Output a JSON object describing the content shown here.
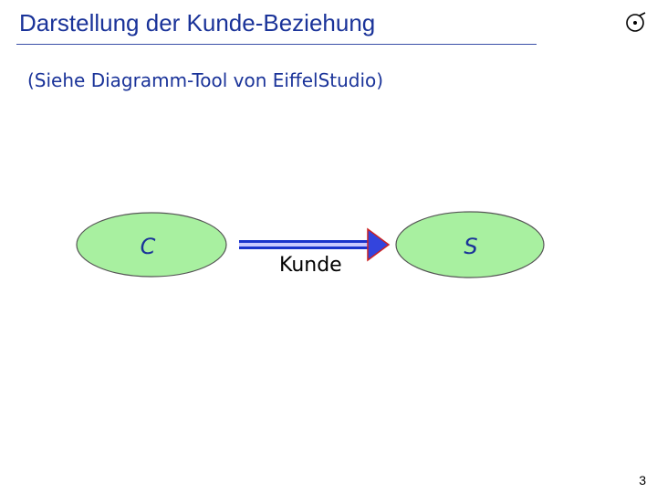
{
  "slide": {
    "title": "Darstellung der Kunde-Beziehung",
    "subtitle": "(Siehe Diagramm-Tool von EiffelStudio)",
    "page_number": "3"
  },
  "diagram": {
    "nodes": [
      {
        "id": "client",
        "label": "C",
        "fill": "#a8f0a0",
        "stroke": "#555555"
      },
      {
        "id": "supplier",
        "label": "S",
        "fill": "#a8f0a0",
        "stroke": "#555555"
      }
    ],
    "edge": {
      "from": "client",
      "to": "supplier",
      "label": "Kunde",
      "line_color": "#1a33cc",
      "inner_color": "#c8c8ff",
      "arrow_fill": "#3344dd"
    }
  }
}
